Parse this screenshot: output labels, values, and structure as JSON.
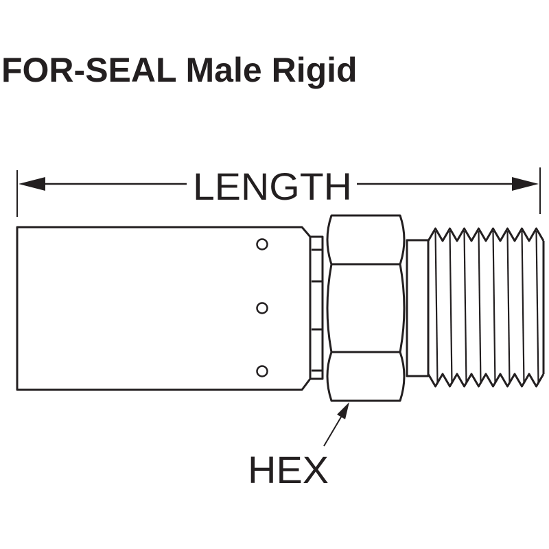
{
  "title": "FOR-SEAL Male Rigid",
  "dimension_label": "LENGTH",
  "hex_label": "HEX",
  "colors": {
    "line": "#231f20",
    "background": "#ffffff"
  }
}
